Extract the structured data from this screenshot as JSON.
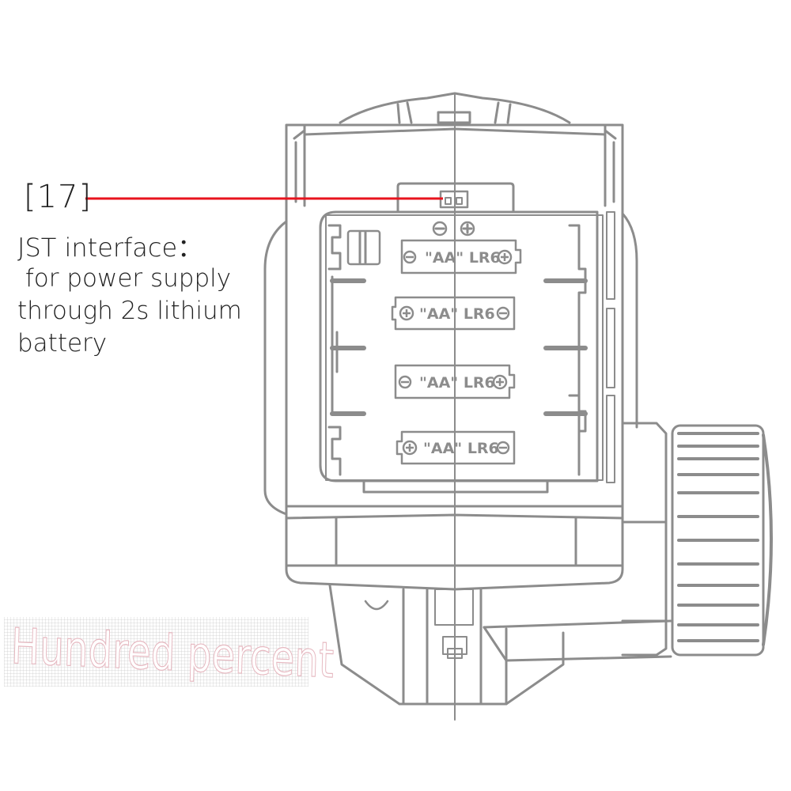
{
  "callout": {
    "number": "[17]",
    "title": "JST interface：",
    "description": " for power supply\nthrough 2s lithium\nbattery",
    "leader_color": "#e8141e"
  },
  "battery_compartment": {
    "polarity_marks": [
      "⊖",
      "⊕"
    ],
    "cells": [
      {
        "label": "\"AA\" LR6",
        "left_terminal": "minus",
        "right_terminal": "plus"
      },
      {
        "label": "\"AA\" LR6",
        "left_terminal": "plus",
        "right_terminal": "minus"
      },
      {
        "label": "\"AA\" LR6",
        "left_terminal": "minus",
        "right_terminal": "plus"
      },
      {
        "label": "\"AA\" LR6",
        "left_terminal": "plus",
        "right_terminal": "minus"
      }
    ]
  },
  "watermark": {
    "text": "Hundred percent"
  },
  "colors": {
    "line": "#8c8c8c",
    "text": "#222222",
    "accent": "#e8141e",
    "watermark_stroke": "#e6b8c0"
  }
}
